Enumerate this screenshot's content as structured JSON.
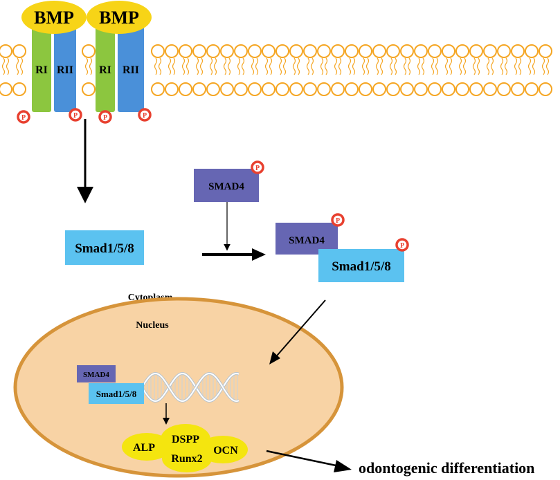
{
  "ligands": [
    {
      "label": "BMP"
    },
    {
      "label": "BMP"
    }
  ],
  "receptors": [
    {
      "label": "RI"
    },
    {
      "label": "RII"
    },
    {
      "label": "RI"
    },
    {
      "label": "RII"
    }
  ],
  "phospho_label": "P",
  "smad4_free": {
    "label": "SMAD4"
  },
  "smad158_free": {
    "label": "Smad1/5/8"
  },
  "complex": {
    "smad4_label": "SMAD4",
    "smad158_label": "Smad1/5/8"
  },
  "compartments": {
    "cytoplasm": "Cytoplasm",
    "nucleus": "Nucleus"
  },
  "nuclear_complex": {
    "smad4_label": "SMAD4",
    "smad158_label": "Smad1/5/8"
  },
  "target_genes": [
    {
      "label": "ALP"
    },
    {
      "label": "DSPP"
    },
    {
      "label": "Runx2"
    },
    {
      "label": "OCN"
    }
  ],
  "outcome": "odontogenic differentiation",
  "colors": {
    "membrane": "#f5a623",
    "ligand": "#f7d417",
    "receptor_ri": "#8cc63f",
    "receptor_rii": "#4a90d9",
    "smad4": "#6666b3",
    "smad158": "#5bc2f0",
    "nucleus_fill": "#f8d3a5",
    "nucleus_stroke": "#d6943a",
    "gene": "#f4e50f",
    "phospho": "#e8402f"
  }
}
